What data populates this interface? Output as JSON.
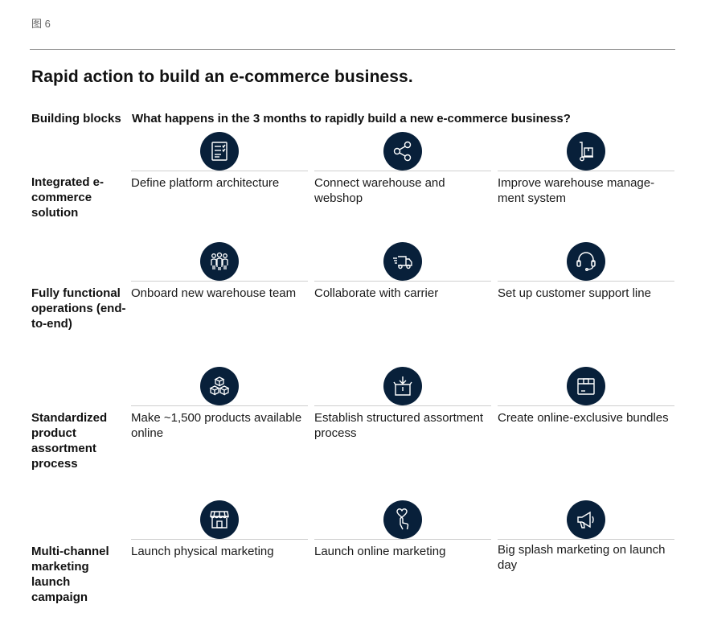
{
  "figure_label": "图 6",
  "title": "Rapid action to build an e-commerce business.",
  "header": {
    "left": "Building blocks",
    "right": "What happens in the 3 months to rapidly build a new e-commerce business?"
  },
  "colors": {
    "icon_bg": "#08203a",
    "icon_fg": "#ffffff",
    "rule": "#cfcfcf"
  },
  "rows": [
    {
      "label": "Integrated e-commerce solution",
      "items": [
        {
          "icon": "checklist-icon",
          "text": "Define platform architecture"
        },
        {
          "icon": "share-nodes-icon",
          "text": "Connect warehouse and webshop"
        },
        {
          "icon": "hand-truck-icon",
          "text": "Improve warehouse manage-ment system"
        }
      ]
    },
    {
      "label": "Fully functional operations (end-to-end)",
      "items": [
        {
          "icon": "team-icon",
          "text": "Onboard new warehouse team"
        },
        {
          "icon": "delivery-truck-icon",
          "text": "Collaborate with carrier"
        },
        {
          "icon": "headset-icon",
          "text": "Set up customer support line"
        }
      ]
    },
    {
      "label": "Standardized product assortment process",
      "items": [
        {
          "icon": "boxes-icon",
          "text": "Make ~1,500 products available online"
        },
        {
          "icon": "box-down-arrow-icon",
          "text": "Establish structured assortment process"
        },
        {
          "icon": "package-icon",
          "text": "Create online-exclusive bundles"
        }
      ]
    },
    {
      "label": "Multi-channel marketing launch campaign",
      "items": [
        {
          "icon": "storefront-icon",
          "text": "Launch physical marketing"
        },
        {
          "icon": "heart-hand-icon",
          "text": "Launch online marketing"
        },
        {
          "icon": "megaphone-icon",
          "text": "Big splash marketing on launch day"
        }
      ]
    }
  ]
}
